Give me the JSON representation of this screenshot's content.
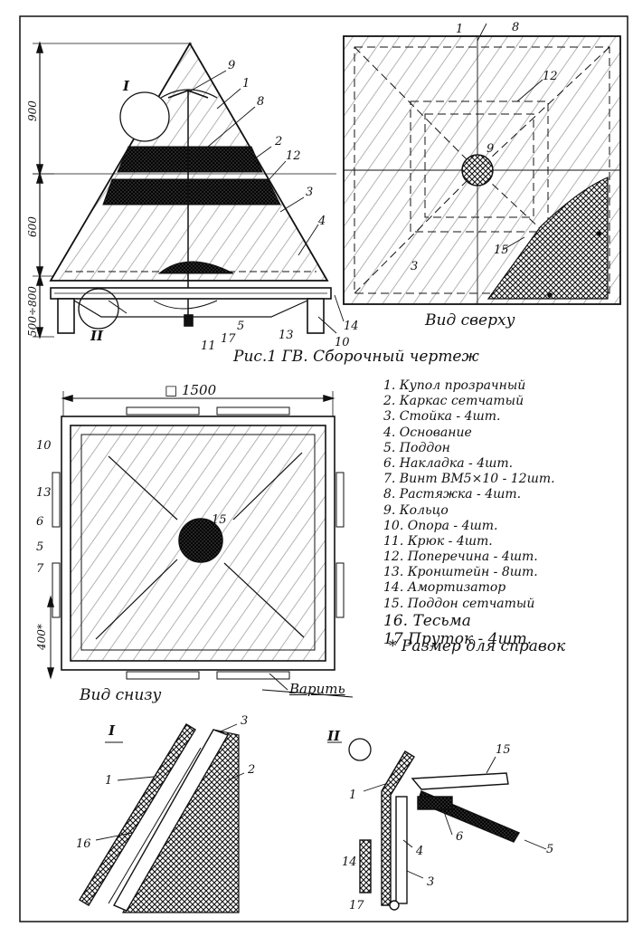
{
  "drawing": {
    "caption": "Рис.1   ГВ.  Сборочный  чертеж",
    "view_top": "Вид сверху",
    "view_bottom": "Вид снизу",
    "weld_note": "Варить",
    "ref_note": "* Размер для справок",
    "detail_I": "I",
    "detail_II": "II",
    "dims": {
      "h1": "900",
      "h2": "600",
      "h3": "500÷800",
      "width": "□ 1500",
      "side": "400*"
    },
    "callouts": [
      "1",
      "2",
      "3",
      "4",
      "5",
      "6",
      "7",
      "8",
      "9",
      "10",
      "11",
      "12",
      "13",
      "14",
      "15",
      "16",
      "17"
    ]
  },
  "legend": [
    "1. Купол прозрачный",
    "2. Каркас сетчатый",
    "3. Стойка - 4шт.",
    "4. Основание",
    "5. Поддон",
    "6. Накладка - 4шт.",
    "7. Винт ВМ5×10 - 12шт.",
    "8. Растяжка - 4шт.",
    "9. Кольцо",
    "10. Опора - 4шт.",
    "11. Крюк - 4шт.",
    "12. Поперечина - 4шт.",
    "13. Кронштейн - 8шт.",
    "14. Амортизатор",
    "15. Поддон сетчатый",
    "16. Тесьма",
    "17 Пруток - 4шт."
  ]
}
